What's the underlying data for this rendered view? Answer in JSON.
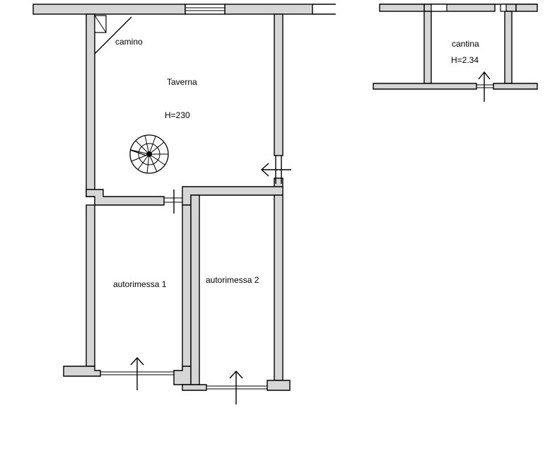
{
  "rooms": {
    "taverna": {
      "name": "Taverna",
      "height": "H=230"
    },
    "camino": {
      "name": "camino"
    },
    "autorimessa_1": {
      "name": "autorimessa 1"
    },
    "autorimessa_2": {
      "name": "autorimessa 2"
    },
    "cantina": {
      "name": "cantina",
      "height": "H=2.34"
    }
  },
  "colors": {
    "wall_fill": "#d6d6d6",
    "line": "#000000",
    "background": "#ffffff"
  },
  "symbols": [
    "spiral-staircase-icon",
    "entrance-arrow-icon",
    "window-icon",
    "fireplace-icon"
  ]
}
